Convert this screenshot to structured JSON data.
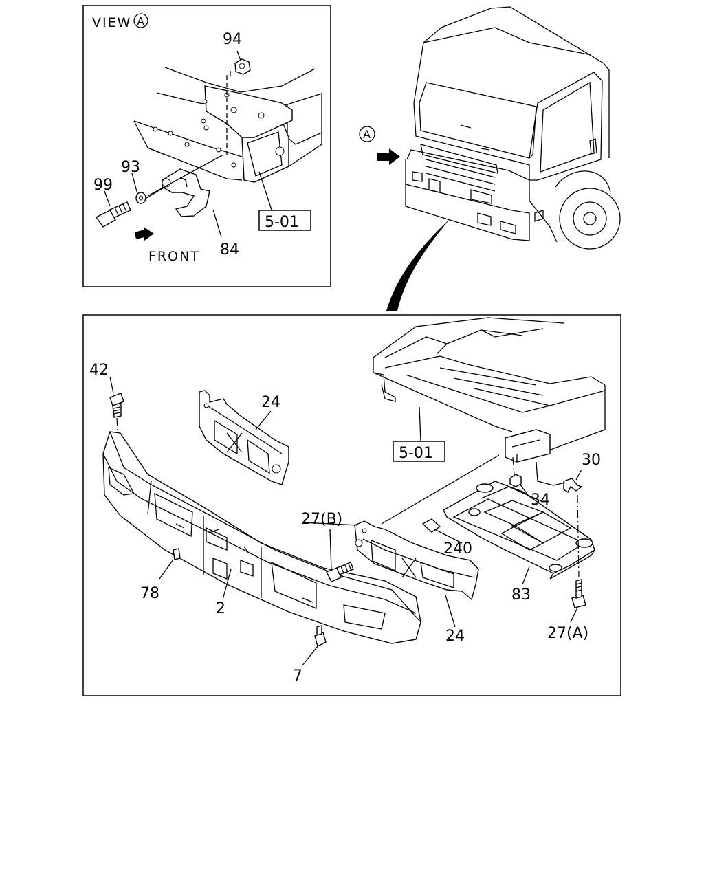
{
  "view_label": "VIEW",
  "view_marker": "A",
  "front_label": "FRONT",
  "top_callouts": {
    "c94": "94",
    "c93": "93",
    "c99": "99",
    "c84": "84",
    "ref501": "5-01"
  },
  "truck_marker": "A",
  "bottom_callouts": {
    "c42": "42",
    "c24a": "24",
    "ref501": "5-01",
    "c30": "30",
    "c34": "34",
    "c27b": "27(B)",
    "c240": "240",
    "c78": "78",
    "c2": "2",
    "c83": "83",
    "c24b": "24",
    "c27a": "27(A)",
    "c7": "7"
  }
}
